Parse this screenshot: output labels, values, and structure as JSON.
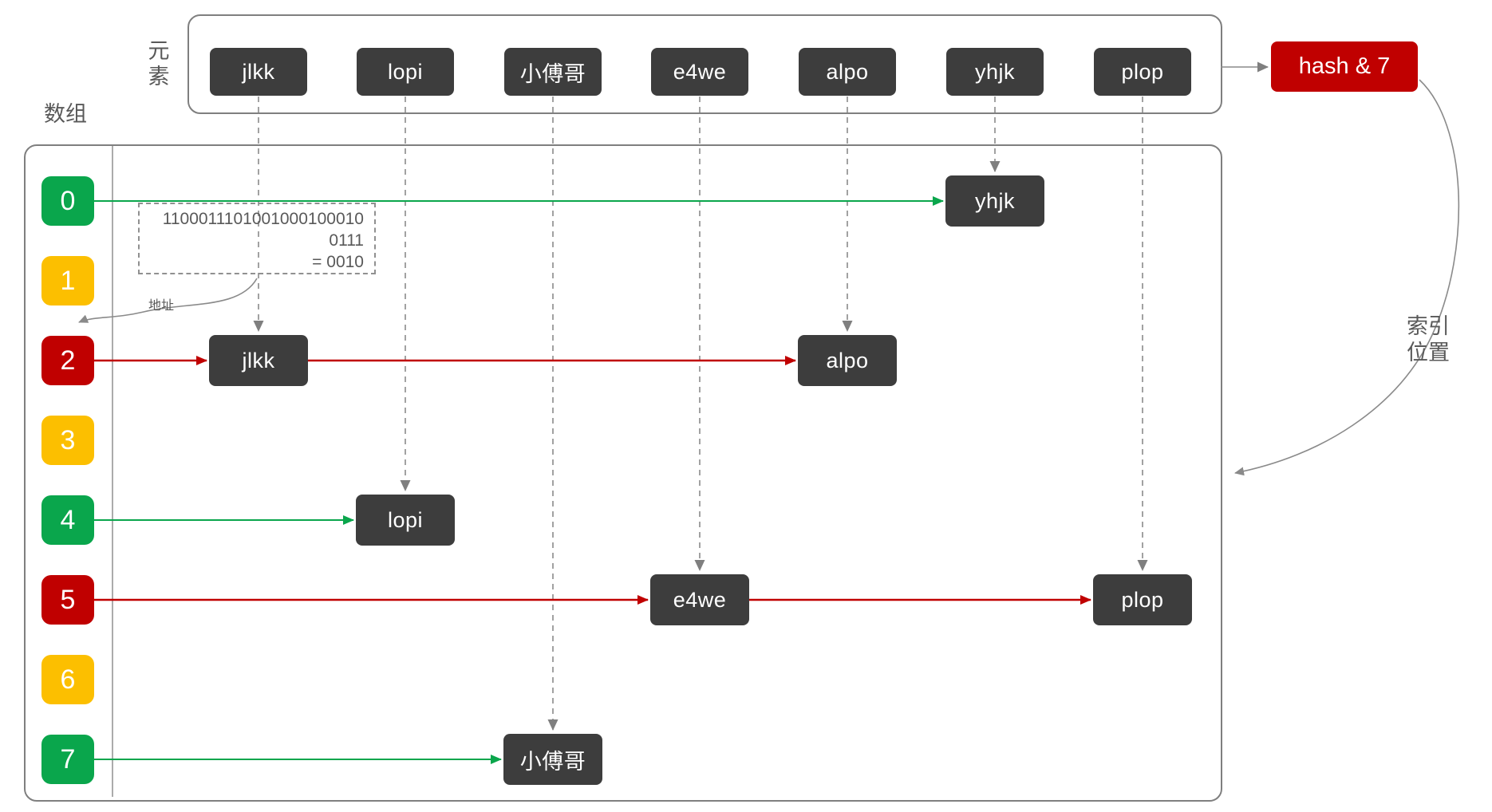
{
  "diagram": {
    "row_labels": {
      "elements": "元素",
      "array": "数组"
    },
    "element_row": [
      "jlkk",
      "lopi",
      "小傅哥",
      "e4we",
      "alpo",
      "yhjk",
      "plop"
    ],
    "hash_box_label": "hash & 7",
    "index_position_label": {
      "line1": "索引",
      "line2": "位置"
    },
    "address_label": "地址",
    "calc": {
      "line1": "1100011101001000100010",
      "line2": "0111",
      "line3": "= 0010"
    },
    "slots": [
      {
        "index": "0",
        "color": "green"
      },
      {
        "index": "1",
        "color": "yellow"
      },
      {
        "index": "2",
        "color": "red"
      },
      {
        "index": "3",
        "color": "yellow"
      },
      {
        "index": "4",
        "color": "green"
      },
      {
        "index": "5",
        "color": "red"
      },
      {
        "index": "6",
        "color": "yellow"
      },
      {
        "index": "7",
        "color": "green"
      }
    ],
    "placed_nodes": [
      {
        "label": "yhjk",
        "slot": "0"
      },
      {
        "label": "jlkk",
        "slot": "2"
      },
      {
        "label": "alpo",
        "slot": "2"
      },
      {
        "label": "lopi",
        "slot": "4"
      },
      {
        "label": "e4we",
        "slot": "5"
      },
      {
        "label": "plop",
        "slot": "5"
      },
      {
        "label": "小傅哥",
        "slot": "7"
      }
    ],
    "colors": {
      "green": "#0aa64c",
      "yellow": "#fcbf00",
      "red": "#c00000",
      "dark_box": "#3d3d3d",
      "frame_gray": "#7f7f7f",
      "text_gray": "#595959",
      "line_gray": "#8a8a8a"
    }
  }
}
